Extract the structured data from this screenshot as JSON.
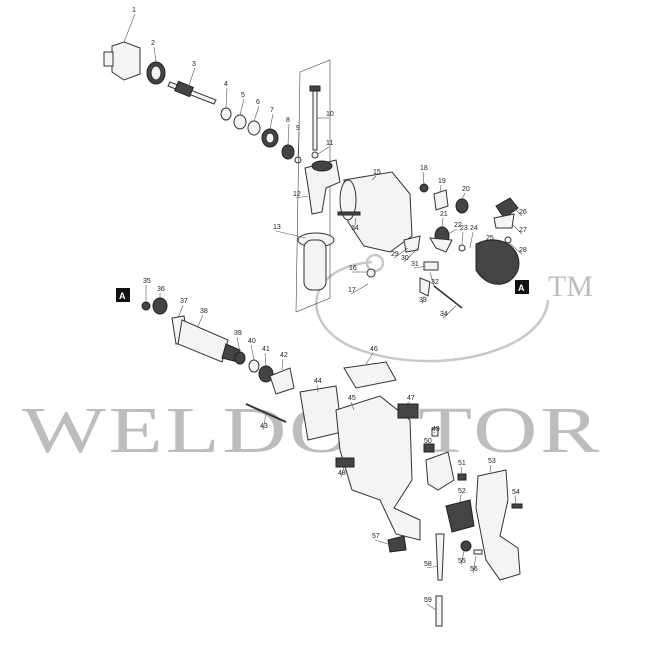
{
  "watermark": {
    "text": "WELDOCTOR",
    "tm": "TM",
    "color": "#bdbdbd"
  },
  "reference_marks": [
    "A",
    "A"
  ],
  "part_numbers": [
    "1",
    "2",
    "3",
    "4",
    "5",
    "6",
    "7",
    "8",
    "9",
    "10",
    "11",
    "12",
    "13",
    "14",
    "15",
    "16",
    "17",
    "18",
    "19",
    "20",
    "21",
    "22",
    "23",
    "24",
    "25",
    "26",
    "27",
    "28",
    "29",
    "30",
    "31",
    "32",
    "33",
    "34",
    "35",
    "36",
    "37",
    "38",
    "39",
    "40",
    "41",
    "42",
    "43",
    "44",
    "45",
    "46",
    "47",
    "48",
    "49",
    "50",
    "51",
    "52",
    "53",
    "54",
    "55",
    "56",
    "57",
    "58",
    "59"
  ]
}
